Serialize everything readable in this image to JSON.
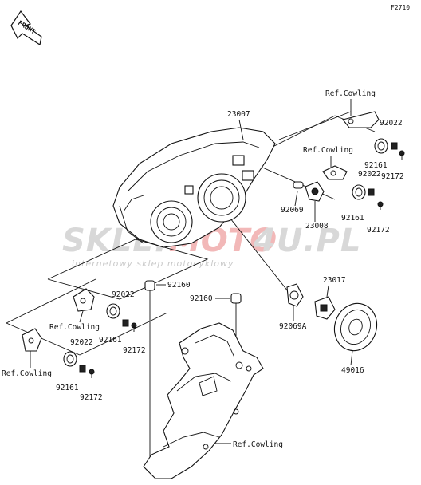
{
  "figure_code": "F2710",
  "front_label": "FRONT",
  "watermark": {
    "part1": "SKLEP",
    "part2": "MOTO",
    "part3": "4U.PL",
    "tagline": "internetowy sklep motocyklowy"
  },
  "labels": {
    "headlight_assy": "23007",
    "ref_cowling_top": "Ref.Cowling",
    "ref_cowling_mid": "Ref.Cowling",
    "ref_cowling_left1": "Ref.Cowling",
    "ref_cowling_left2": "Ref.Cowling",
    "ref_cowling_bottom": "Ref.Cowling",
    "grommet_r1": "92022",
    "collar_r1": "92161",
    "screw_r1": "92172",
    "grommet_r2": "92022",
    "collar_r2": "92161",
    "screw_r2": "92172",
    "bulb_small": "92069",
    "socket_small": "23008",
    "damper_center": "92160",
    "damper_right": "92160",
    "socket_large": "23017",
    "bulb_large": "92069A",
    "cap": "49016",
    "grommet_l1": "92022",
    "collar_l1": "92161",
    "screw_l1": "92172",
    "grommet_l2": "92022",
    "collar_l2": "92161",
    "screw_l2": "92172"
  }
}
